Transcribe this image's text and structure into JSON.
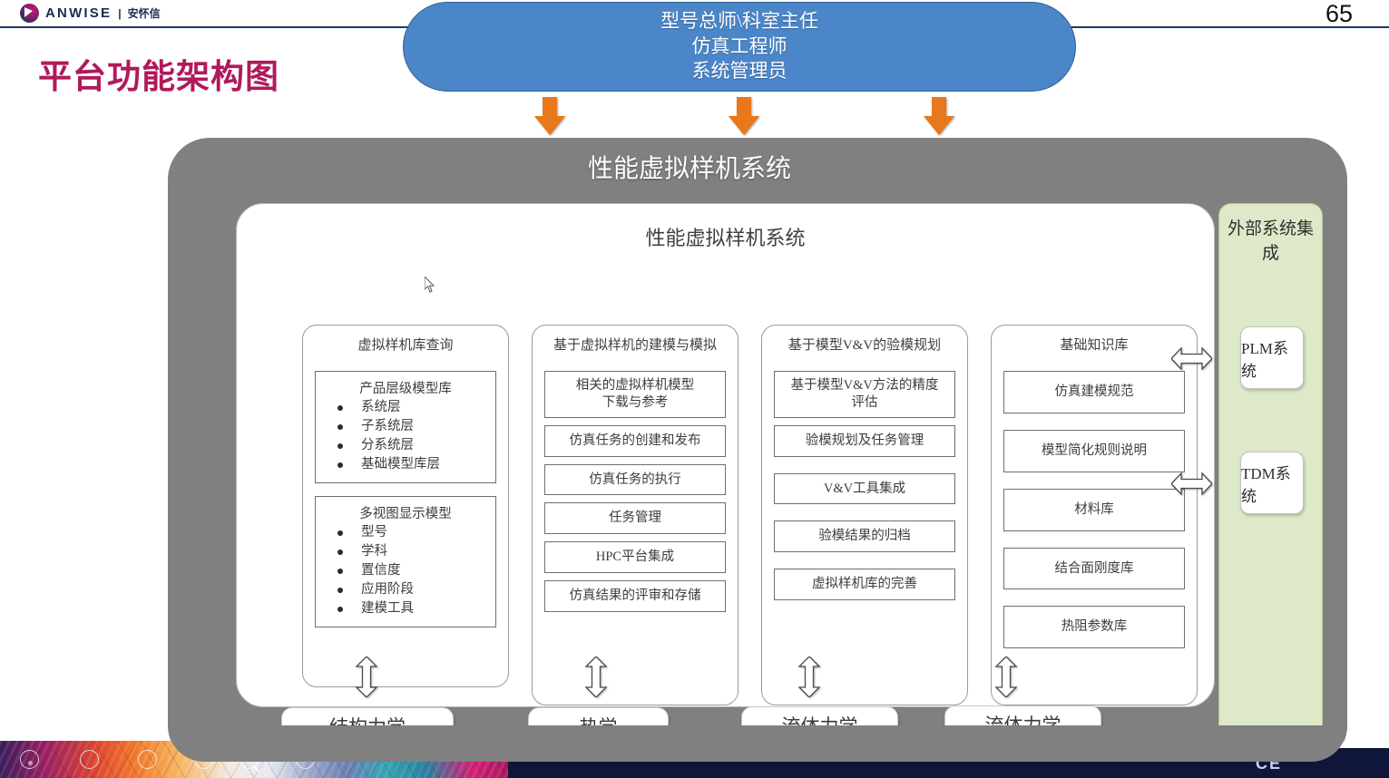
{
  "topbar": {
    "brand_name": "ANWISE",
    "brand_separator": "|",
    "brand_cn": "安怀信",
    "page_number": "65"
  },
  "slide": {
    "title": "平台功能架构图"
  },
  "role_banner": {
    "lines": [
      "型号总师\\科室主任",
      "仿真工程师",
      "系统管理员"
    ],
    "color": "#4a86c8"
  },
  "system": {
    "outer_title": "性能虚拟样机系统",
    "inner_title": "性能虚拟样机系统",
    "outer_color": "#808080"
  },
  "columns": [
    {
      "title": "虚拟样机库查询",
      "listboxes": [
        {
          "head": "产品层级模型库",
          "items": [
            "系统层",
            "子系统层",
            "分系统层",
            "基础模型库层"
          ]
        },
        {
          "head": "多视图显示模型",
          "items": [
            "型号",
            "学科",
            "置信度",
            "应用阶段",
            "建模工具"
          ]
        }
      ]
    },
    {
      "title": "基于虚拟样机的建模与模拟",
      "cells": [
        "相关的虚拟样机模型\n下载与参考",
        "仿真任务的创建和发布",
        "仿真任务的执行",
        "任务管理",
        "HPC平台集成",
        "仿真结果的评审和存储"
      ]
    },
    {
      "title": "基于模型V&V的验模规划",
      "cells": [
        "基于模型V&V方法的精度\n评估",
        "验模规划及任务管理",
        "V&V工具集成",
        "验模结果的归档",
        "虚拟样机库的完善"
      ]
    },
    {
      "title": "基础知识库",
      "cells": [
        "仿真建模规范",
        "模型简化规则说明",
        "材料库",
        "结合面刚度库",
        "热阻参数库"
      ]
    }
  ],
  "external": {
    "title": "外部系统集成",
    "color": "#dde9c8",
    "items": [
      "PLM系统",
      "TDM系统"
    ]
  },
  "disciplines": [
    "结构力学",
    "热学",
    "流体力学",
    "流体力学"
  ],
  "taskbar": {
    "right_text": "CE",
    "icons": [
      "circle-icon",
      "play-icon",
      "chevron-icon",
      "grid-icon",
      "search-icon",
      "clock-icon"
    ]
  },
  "arrows": {
    "down_arrow_color": "#e8781a",
    "down_arrow_count": 3,
    "vertical_double_arrow_count": 4,
    "horizontal_double_arrow_count": 2
  }
}
